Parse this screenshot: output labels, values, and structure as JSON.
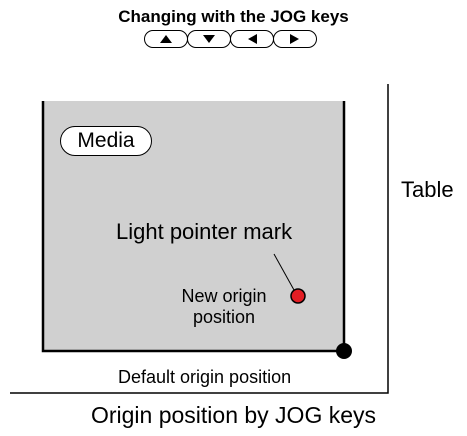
{
  "header": {
    "title": "Changing with the JOG keys",
    "jog_keys": [
      {
        "icon": "arrow-up-icon",
        "direction": "up"
      },
      {
        "icon": "arrow-down-icon",
        "direction": "down"
      },
      {
        "icon": "arrow-left-icon",
        "direction": "left"
      },
      {
        "icon": "arrow-right-icon",
        "direction": "right"
      }
    ]
  },
  "diagram": {
    "media_label": "Media",
    "table_label": "Table",
    "pointer_label": "Light pointer mark",
    "new_origin_line1": "New origin",
    "new_origin_line2": "position",
    "default_origin_label": "Default origin position",
    "caption": "Origin position by JOG keys"
  },
  "colors": {
    "media_fill": "#d0d0d0",
    "new_origin_dot": "#e31e24",
    "default_origin_dot": "#000000",
    "line": "#000000"
  }
}
